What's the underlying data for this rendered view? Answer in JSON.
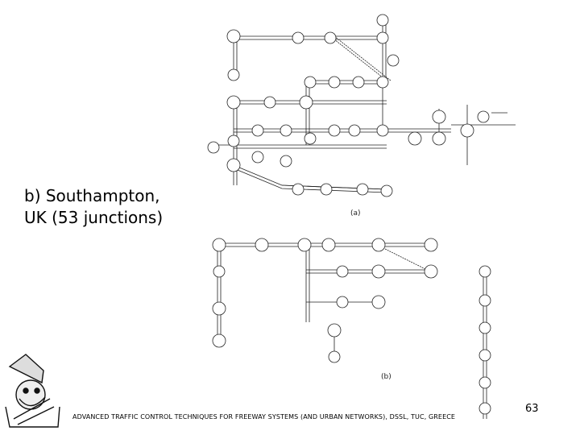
{
  "caption": {
    "line1": "b) Southampton,",
    "line2": "UK (53 junctions)"
  },
  "figure": {
    "label_a": "(a)",
    "label_b": "(b)"
  },
  "footer": {
    "text": "ADVANCED TRAFFIC CONTROL TECHNIQUES FOR FREEWAY SYSTEMS (AND URBAN NETWORKS), DSSL, TUC, GREECE"
  },
  "page_number": "63",
  "logo": {
    "icon": "university-seal-icon"
  }
}
